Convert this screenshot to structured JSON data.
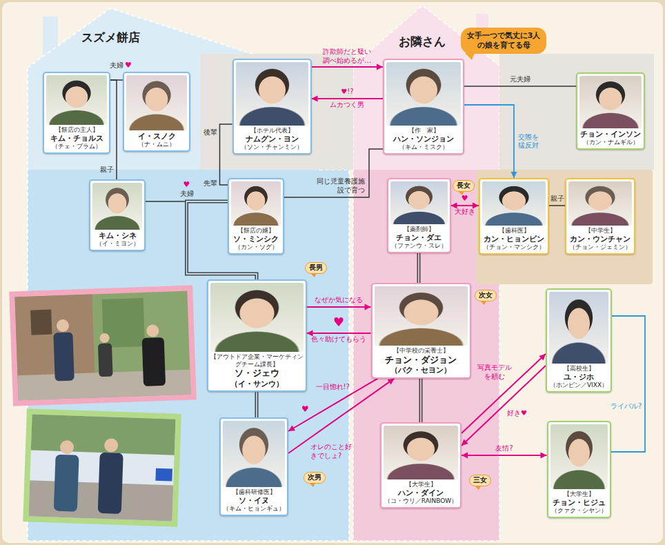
{
  "diagram": {
    "nodes": [
      {
        "text": [
          "スズメ餅店"
        ]
      },
      {
        "text": [
          "お隣さん"
        ]
      },
      {
        "text": [
          "【餅店の主人】",
          "キム・チョルス",
          "（チェ・ブラム）"
        ],
        "in": 0
      },
      {
        "text": [
          "イ・スノク",
          "（ナ・ムニ）"
        ],
        "in": 0
      },
      {
        "text": [
          "【ホテル代表】",
          "ナムグン・ヨン",
          "（ソン・チャンミン）"
        ]
      },
      {
        "text": [
          "【作　家】",
          "ハン・ソンジョン",
          "（キム・ミスク）"
        ],
        "in": 1
      },
      {
        "text": [
          "チョン・インソン",
          "（カン・ナムギル）"
        ]
      },
      {
        "text": [
          "キム・シネ",
          "（イ・ミヨン）"
        ],
        "in": 0
      },
      {
        "text": [
          "【餅店の婿】",
          "ソ・ミンシク",
          "（カン・ソグ）"
        ],
        "in": 0
      },
      {
        "text": [
          "【薬剤師】",
          "チョン・ダエ",
          "（ファンウ・スレ）"
        ],
        "in": 1
      },
      {
        "text": [
          "【歯科医】",
          "カン・ヒョンビン",
          "（チョン・マンシク）"
        ]
      },
      {
        "text": [
          "【中学生】",
          "カン・ウンチャン",
          "（チョン・ジェミン）"
        ]
      },
      {
        "text": [
          "【アウトドア企業・マーケティングチーム課長】",
          "ソ・ジェウ",
          "（イ・サンウ）"
        ],
        "in": 0
      },
      {
        "text": [
          "【中学校の栄養士】",
          "チョン・ダジョン",
          "（パク・セヨン）"
        ],
        "in": 1
      },
      {
        "text": [
          "【高校生】",
          "ユ・ジホ",
          "（ホンビン／VIXX）"
        ]
      },
      {
        "text": [
          "【歯科研修医】",
          "ソ・イヌ",
          "（キム・ヒョンギュ）"
        ],
        "in": 0
      },
      {
        "text": [
          "【大学生】",
          "ハン・ダイン",
          "（コ・ウリ／RAINBOW）"
        ],
        "in": 1
      },
      {
        "text": [
          "【大学生】",
          "チョン・ヒジュ",
          "（クァク・シヤン）"
        ]
      },
      {
        "text": [
          "女手一つで気丈に3人の娘を育てる母"
        ]
      },
      {
        "text": [
          "長女"
        ],
        "in": 1
      },
      {
        "text": [
          "長男"
        ],
        "in": 0
      },
      {
        "text": [
          "次女"
        ],
        "in": 1
      },
      {
        "text": [
          "次男"
        ],
        "in": 0
      },
      {
        "text": [
          "三女"
        ],
        "in": 1
      }
    ],
    "edges": [
      {
        "from": 2,
        "to": 3,
        "label": "夫婦",
        "arrow": "none"
      },
      {
        "from": 4,
        "to": 5,
        "label": "詐欺師だと疑い調べ始めるが…",
        "arrow": "to"
      },
      {
        "from": 5,
        "to": 4,
        "label": "ムカつく男",
        "arrow": "to"
      },
      {
        "from": 5,
        "to": 6,
        "label": "元夫婦",
        "arrow": "none"
      },
      {
        "from": 2,
        "to": 7,
        "label": "親子",
        "arrow": "none"
      },
      {
        "from": 7,
        "to": 8,
        "label": "夫婦",
        "arrow": "none"
      },
      {
        "from": 4,
        "to": 8,
        "label": "後輩",
        "arrow": "none"
      },
      {
        "from": 8,
        "to": 5,
        "label": "同じ児童養護施設で育つ",
        "arrow": "none"
      },
      {
        "from": 5,
        "to": 10,
        "label": "交際を猛反対",
        "arrow": "to"
      },
      {
        "from": 9,
        "to": 10,
        "label": "大好き",
        "arrow": "both"
      },
      {
        "from": 10,
        "to": 11,
        "label": "親子",
        "arrow": "none"
      },
      {
        "from": 8,
        "to": 12,
        "arrow": "none"
      },
      {
        "from": 9,
        "to": 13,
        "arrow": "none"
      },
      {
        "from": 12,
        "to": 13,
        "label": "なぜか気になる",
        "arrow": "to"
      },
      {
        "from": 13,
        "to": 12,
        "label": "色々助けてもらう",
        "arrow": "to"
      },
      {
        "from": 12,
        "to": 15,
        "arrow": "none"
      },
      {
        "from": 13,
        "to": 16,
        "arrow": "none"
      },
      {
        "from": 13,
        "to": 15,
        "label": "一目惚れ!?",
        "arrow": "to"
      },
      {
        "from": 15,
        "to": 13,
        "label": "オレのこと好きでしょ?",
        "arrow": "to"
      },
      {
        "from": 16,
        "to": 14,
        "label": "写真モデルを頼む",
        "arrow": "to"
      },
      {
        "from": 14,
        "to": 16,
        "label": "好き♥",
        "arrow": "to"
      },
      {
        "from": 16,
        "to": 17,
        "label": "友情?",
        "arrow": "both"
      },
      {
        "from": 14,
        "to": 17,
        "label": "ライバル?",
        "arrow": "none"
      }
    ],
    "labels": [
      "♥",
      "♥!?",
      "先輩",
      "♥",
      "♥",
      "♥",
      "♥"
    ]
  }
}
